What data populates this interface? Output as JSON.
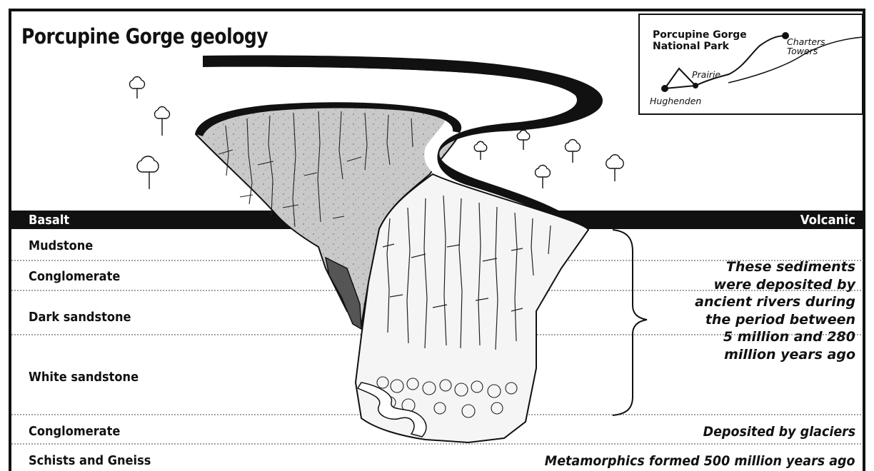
{
  "title": "Porcupine Gorge geology",
  "inset_map": {
    "park_name_lines": [
      "Porcupine Gorge",
      "National Park"
    ],
    "places": {
      "charters_towers": [
        "Charters",
        "Towers"
      ],
      "prairie": "Prairie",
      "hughenden": "Hughenden"
    }
  },
  "layers": [
    {
      "name": "Basalt"
    },
    {
      "name": "Mudstone"
    },
    {
      "name": "Conglomerate"
    },
    {
      "name": "Dark sandstone"
    },
    {
      "name": "White sandstone"
    },
    {
      "name": "Conglomerate"
    },
    {
      "name": "Schists and Gneiss"
    }
  ],
  "annotations": {
    "volcanic": "Volcanic",
    "sediments_note_lines": [
      "These sediments",
      "were deposited by",
      "ancient rivers during",
      "the period between",
      "5 million and 280",
      "million years ago"
    ],
    "glaciers": "Deposited by glaciers",
    "metamorphics": "Metamorphics formed 500 million years ago"
  },
  "colors": {
    "ink": "#111111",
    "rock_shade": "#cfcfcf",
    "cliff_light": "#f4f4f4",
    "paper": "#ffffff"
  }
}
